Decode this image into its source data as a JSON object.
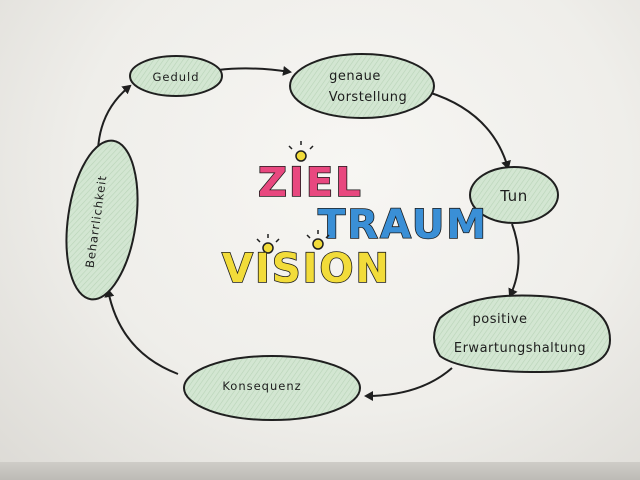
{
  "cycle_nodes": {
    "geduld": "Geduld",
    "genaue_line1": "genaue",
    "genaue_line2": "Vorstellung",
    "tun": "Tun",
    "positive_line1": "positive",
    "positive_line2": "Erwartungshaltung",
    "konsequenz": "Konsequenz",
    "beharrlichkeit": "Beharrlichkeit"
  },
  "center_words": {
    "ziel": "ZIEL",
    "traum": "TRAUM",
    "vision": "VISION"
  },
  "colors": {
    "ziel": "#e8487f",
    "traum": "#3a8fd6",
    "vision": "#f2dc3a",
    "bubble_fill": "#cfe3cf",
    "bubble_stroke": "#1f1f1f",
    "arrow": "#1f1f1f"
  }
}
